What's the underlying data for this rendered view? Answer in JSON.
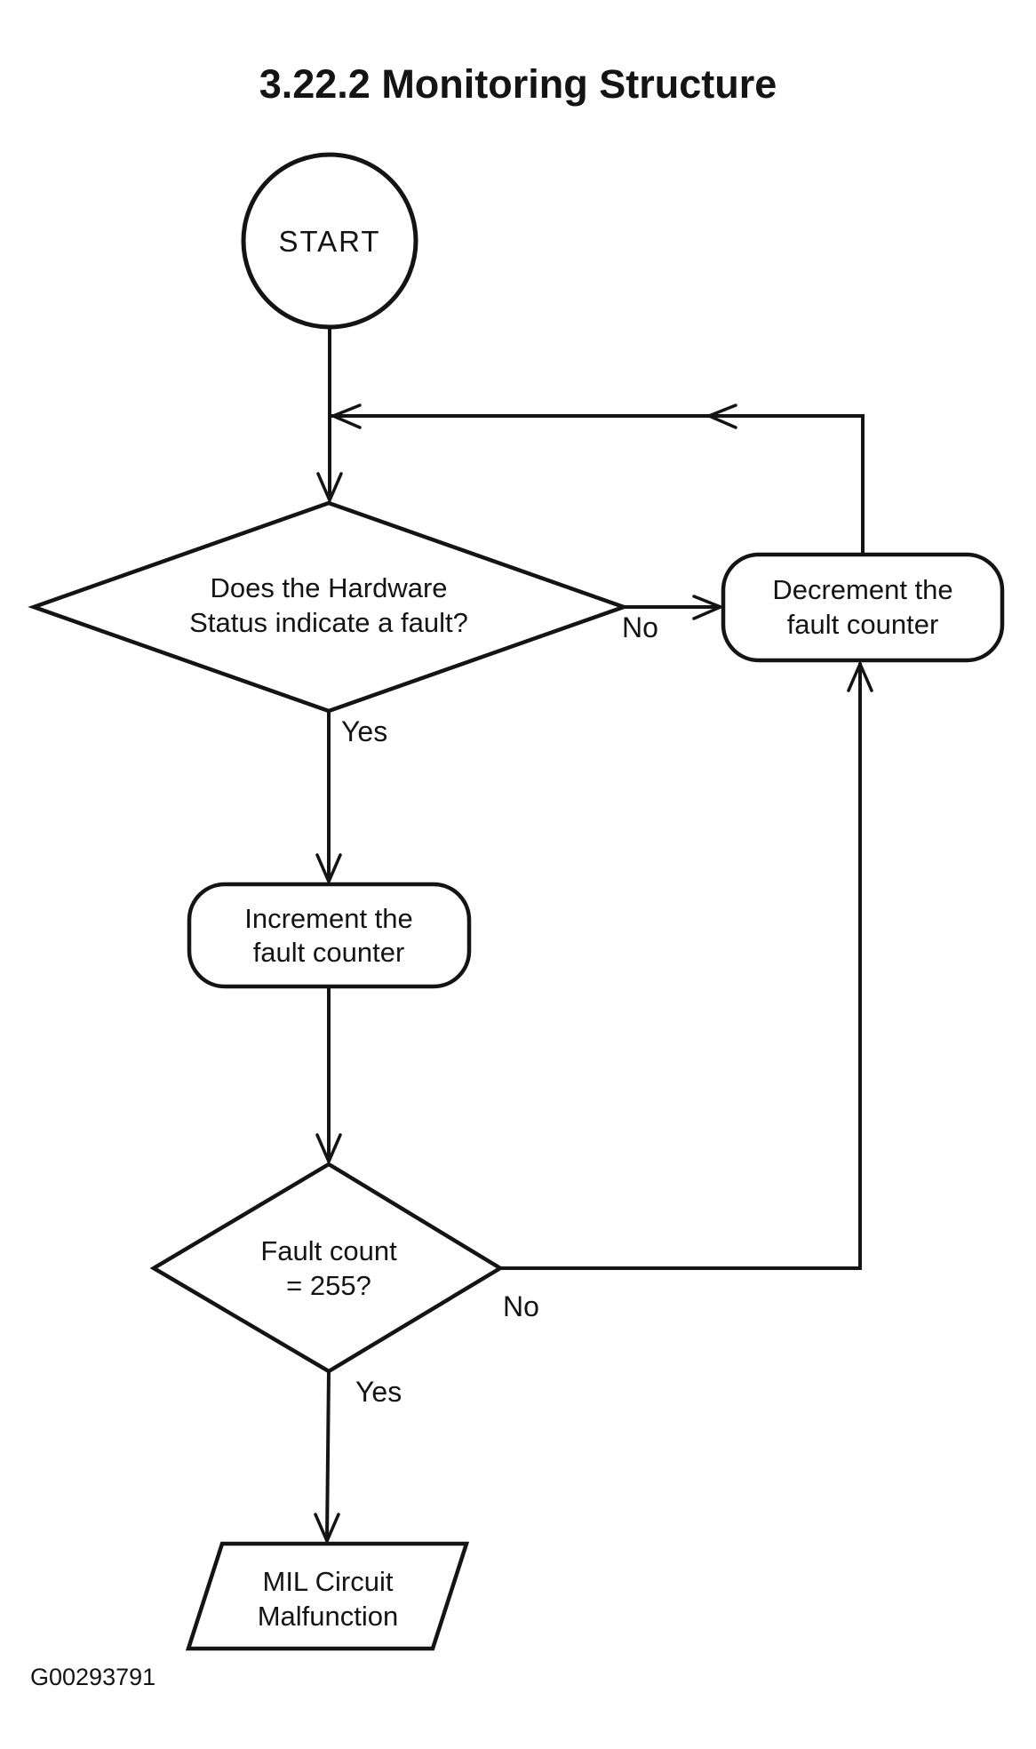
{
  "colors": {
    "background": "#ffffff",
    "ink": "#141414"
  },
  "title": "3.22.2 Monitoring Structure",
  "footer_code": "G00293791",
  "nodes": {
    "start": {
      "label": "START"
    },
    "hardware_decision": {
      "line1": "Does the Hardware",
      "line2": "Status indicate a fault?"
    },
    "decrement_process": {
      "line1": "Decrement the",
      "line2": "fault counter"
    },
    "increment_process": {
      "line1": "Increment the",
      "line2": "fault counter"
    },
    "fault_count_decision": {
      "line1": "Fault count",
      "line2": "= 255?"
    },
    "mil_output": {
      "line1": "MIL Circuit",
      "line2": "Malfunction"
    }
  },
  "edge_labels": {
    "hardware_no": "No",
    "hardware_yes": "Yes",
    "fault_count_no": "No",
    "fault_count_yes": "Yes"
  }
}
